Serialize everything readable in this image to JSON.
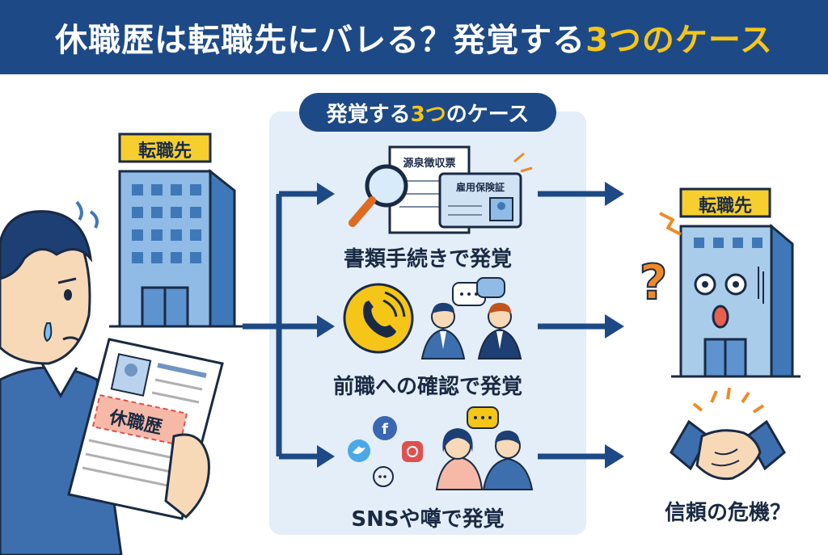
{
  "title": {
    "main": "休職歴は転職先にバレる？発覚する",
    "highlight": "3つのケース"
  },
  "panel": {
    "label_pre": "発覚する",
    "label_num": "3つ",
    "label_post": "のケース"
  },
  "left": {
    "company_sign": "転職先",
    "resume_tag": "休職歴"
  },
  "cases": [
    {
      "caption": "書類手続きで発覚",
      "doc1": "源泉徴収票",
      "doc2": "雇用保険証"
    },
    {
      "caption": "前職への確認で発覚"
    },
    {
      "caption": "SNSや噂で発覚"
    }
  ],
  "right": {
    "company_sign": "転職先",
    "trust_caption": "信頼の危機？"
  },
  "colors": {
    "navy": "#1d4a86",
    "accent": "#f5c518",
    "panel": "#e3eef8"
  }
}
